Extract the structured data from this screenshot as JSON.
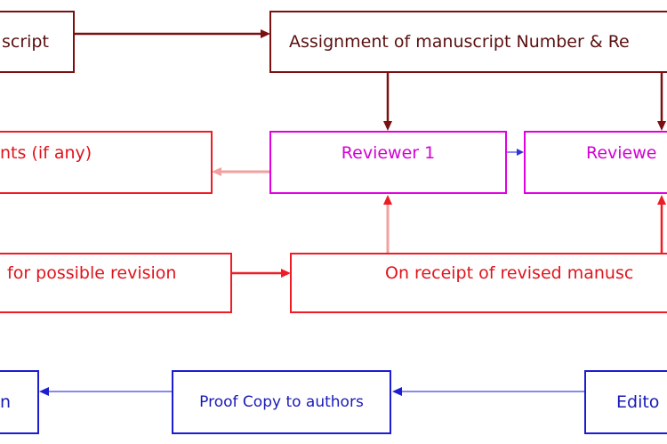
{
  "colors": {
    "maroon": "#7b1010",
    "red": "#ee1c25",
    "pink_line": "#f2a0a0",
    "magenta": "#e000e0",
    "blue": "#1c1cd0",
    "light_blue_line": "#8888f0"
  },
  "boxes": {
    "submission": "script",
    "assignment": "Assignment of manuscript Number & Re",
    "comments": "nts (if any)",
    "reviewer1": "Reviewer 1",
    "reviewer2": "Reviewe",
    "revision": "for possible revision",
    "revised": "On receipt of revised manusc",
    "final": "n",
    "proof": "Proof Copy to authors",
    "editor": "Edito"
  }
}
